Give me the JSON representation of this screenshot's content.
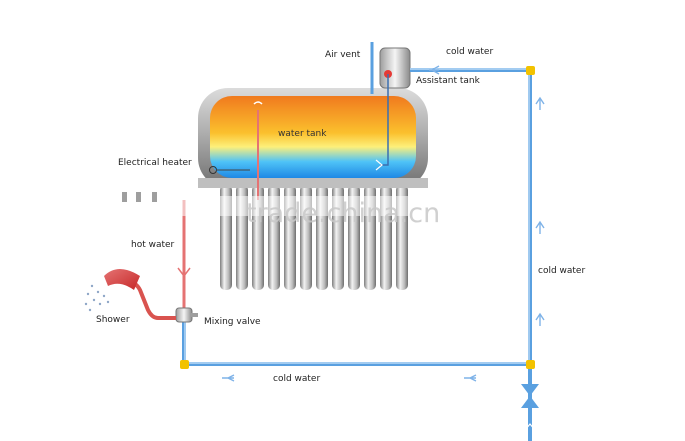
{
  "labels": {
    "air_vent": "Air vent",
    "cold_water_top": "cold water",
    "assistant_tank": "Assistant tank",
    "water_tank": "water tank",
    "electrical_heater": "Electrical heater",
    "hot_water": "hot water",
    "cold_water_right": "cold water",
    "shower": "Shower",
    "mixing_valve": "Mixing valve",
    "cold_water_bottom": "cold water"
  },
  "watermark": "trade.china.cn",
  "colors": {
    "cold_pipe": "#5aa0e0",
    "hot_pipe": "#d9534f",
    "junction": "#f2c200",
    "tank_top": "#f08a24",
    "tank_mid": "#fdd835",
    "tank_bottom": "#29b6f6",
    "tube_light": "#e6e6e6",
    "tube_dark": "#8c8c8c"
  },
  "tube_count": 12
}
